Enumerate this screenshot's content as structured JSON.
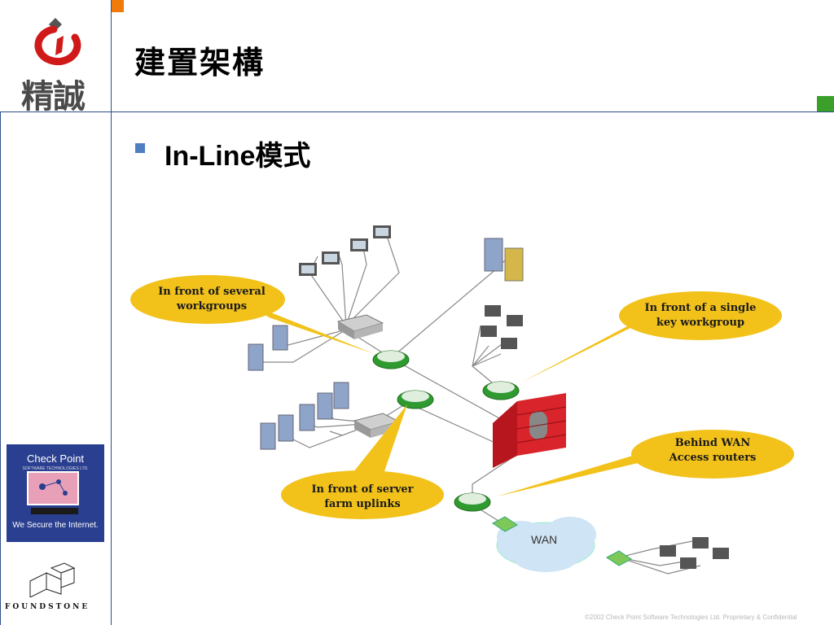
{
  "logo": {
    "text": "精誠"
  },
  "slide": {
    "title": "建置架構",
    "bullet": "In-Line模式"
  },
  "diagram": {
    "callouts": [
      {
        "line1": "In front of several",
        "line2": "workgroups"
      },
      {
        "line1": "In front of a single",
        "line2": "key workgroup"
      },
      {
        "line1": "Behind WAN",
        "line2": "Access routers"
      },
      {
        "line1": "In front of server",
        "line2": "farm uplinks"
      }
    ],
    "wan_label": "WAN"
  },
  "sidebar": {
    "checkpoint": {
      "name": "Check Point",
      "sub": "SOFTWARE TECHNOLOGIES LTD.",
      "tagline": "We Secure the Internet."
    },
    "foundstone": {
      "text": "FOUNDSTONE"
    }
  },
  "footer": {
    "copyright": "©2002 Check Point Software Technologies Ltd. Proprietary & Confidential"
  },
  "colors": {
    "frame": "#2f4f8a",
    "accent_orange": "#f07a0a",
    "accent_green": "#3aa02a",
    "callout": "#f2c21b",
    "bullet": "#4f7fc0",
    "checkpoint_bg": "#2a3f8f"
  }
}
